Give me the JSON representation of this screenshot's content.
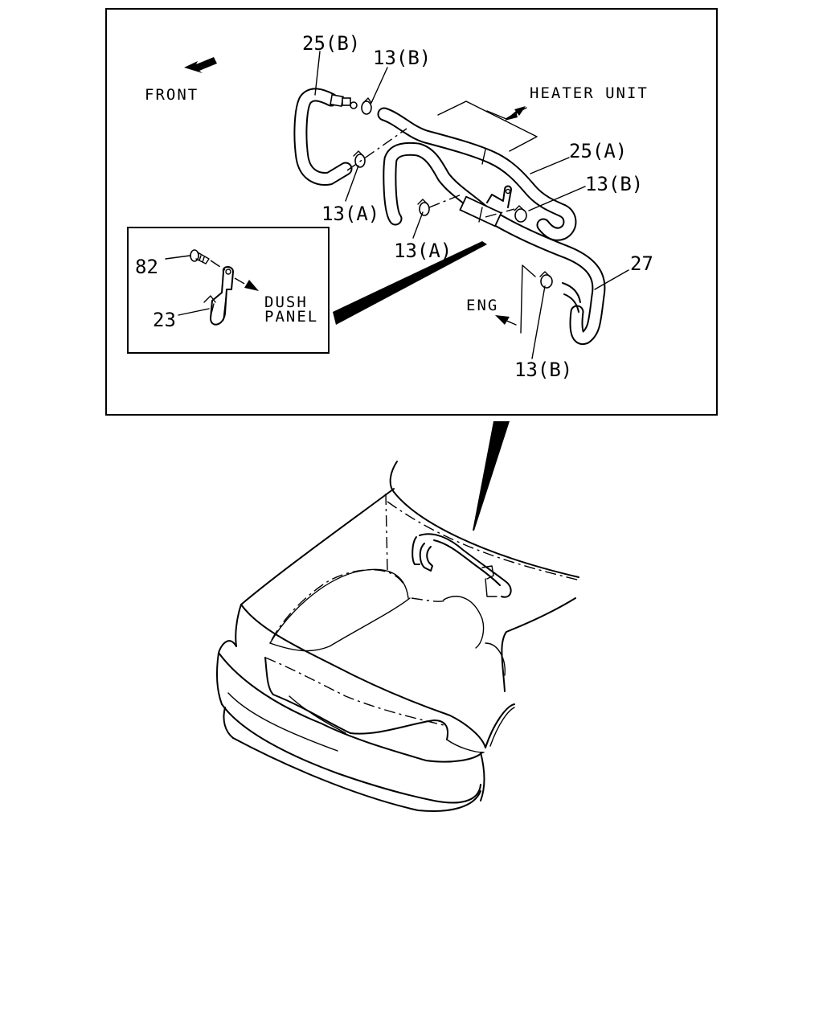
{
  "diagram": {
    "labels": {
      "part_25b": "25(B)",
      "part_13b_top": "13(B)",
      "front": "FRONT",
      "heater_unit": "HEATER UNIT",
      "part_25a": "25(A)",
      "part_13b_right": "13(B)",
      "part_13a_left": "13(A)",
      "part_13a_mid": "13(A)",
      "part_27": "27",
      "part_82": "82",
      "dush": "DUSH",
      "panel": "PANEL",
      "part_23": "23",
      "eng": "ENG",
      "part_13b_bottom": "13(B)"
    },
    "colors": {
      "ink": "#000000",
      "paper": "#ffffff"
    }
  }
}
